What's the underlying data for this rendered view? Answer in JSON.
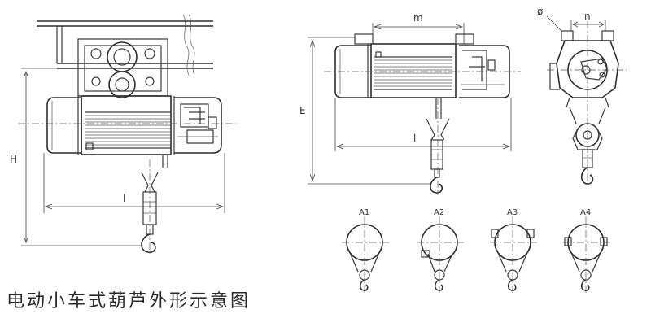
{
  "caption": "电动小车式葫芦外形示意图",
  "labels": {
    "height": "H",
    "length_left": "l",
    "width_m": "m",
    "height_e": "E",
    "length_right": "l",
    "diameter": "ø",
    "width_n": "n"
  },
  "variants": [
    "A1",
    "A2",
    "A3",
    "A4"
  ]
}
